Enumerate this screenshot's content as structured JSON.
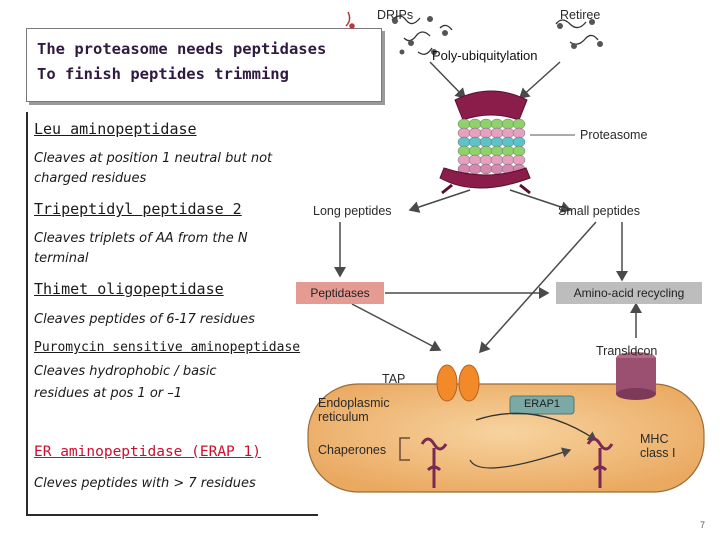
{
  "title": {
    "line1": "The proteasome needs peptidases",
    "line2": "To finish peptides trimming"
  },
  "enzymes": [
    {
      "name": "Leu aminopeptidase",
      "desc1": "Cleaves at position 1 neutral but not",
      "desc2": "charged residues"
    },
    {
      "name": "Tripeptidyl peptidase 2",
      "desc1": "Cleaves triplets of AA  from the N",
      "desc2": "terminal"
    },
    {
      "name": "Thimet oligopeptidase",
      "desc1": "Cleaves peptides of 6-17 residues",
      "desc2": ""
    },
    {
      "name": "Puromycin sensitive aminopeptidase",
      "desc1": "Cleaves hydrophobic / basic",
      "desc2": "residues at pos 1 or –1"
    },
    {
      "name": "ER aminopeptidase (ERAP 1)",
      "desc1": "Cleves peptides with > 7 residues",
      "desc2": ""
    }
  ],
  "diagram": {
    "drips": "DRIPs",
    "retiree": "Retiree",
    "polyubiquitylation": "Poly-ubiquitylation",
    "proteasome": "Proteasome",
    "long_peptides": "Long peptides",
    "small_peptides": "Small peptides",
    "peptidases": "Peptidases",
    "amino_acid_recycling": "Amino-acid recycling",
    "translocon": "Translocon",
    "tap": "TAP",
    "er_line1": "Endoplasmic",
    "er_line2": "reticulum",
    "erap1": "ERAP1",
    "chaperones": "Chaperones",
    "mhc_line1": "MHC",
    "mhc_line2": "class I"
  },
  "colors": {
    "title_text": "#301a3f",
    "red_label": "#c8102e",
    "proteasome_cap": "#8b1d4a",
    "er_fill": "#f2bf80",
    "peptidases_box": "#e59a92",
    "recycling_box": "#bdbdbd",
    "erap1_box": "#7aa9a6"
  },
  "page_number": "7"
}
